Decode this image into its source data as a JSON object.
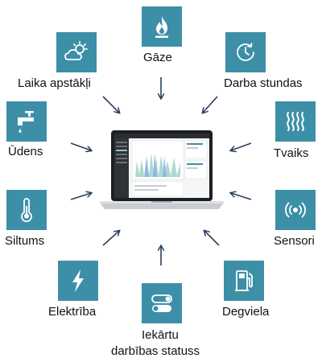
{
  "nodes": [
    {
      "id": "gaze",
      "label": "Gāze",
      "icon": "flame-icon"
    },
    {
      "id": "laika",
      "label": "Laika apstākļi",
      "icon": "weather-icon"
    },
    {
      "id": "darba",
      "label": "Darba stundas",
      "icon": "clock-icon"
    },
    {
      "id": "udens",
      "label": "Ūdens",
      "icon": "water-tap-icon"
    },
    {
      "id": "tvaiks",
      "label": "Tvaiks",
      "icon": "steam-icon"
    },
    {
      "id": "siltums",
      "label": "Siltums",
      "icon": "thermometer-icon"
    },
    {
      "id": "sensori",
      "label": "Sensori",
      "icon": "sensor-signal-icon"
    },
    {
      "id": "elektriba",
      "label": "Elektrība",
      "icon": "lightning-icon"
    },
    {
      "id": "degviela",
      "label": "Degviela",
      "icon": "fuel-pump-icon"
    },
    {
      "id": "iekartu",
      "label_line1": "Iekārtu",
      "label_line2": "darbības statuss",
      "icon": "toggle-switches-icon"
    }
  ],
  "colors": {
    "tile": "#3d8fa8",
    "arrow": "#2b3f5c",
    "text": "#111111"
  }
}
